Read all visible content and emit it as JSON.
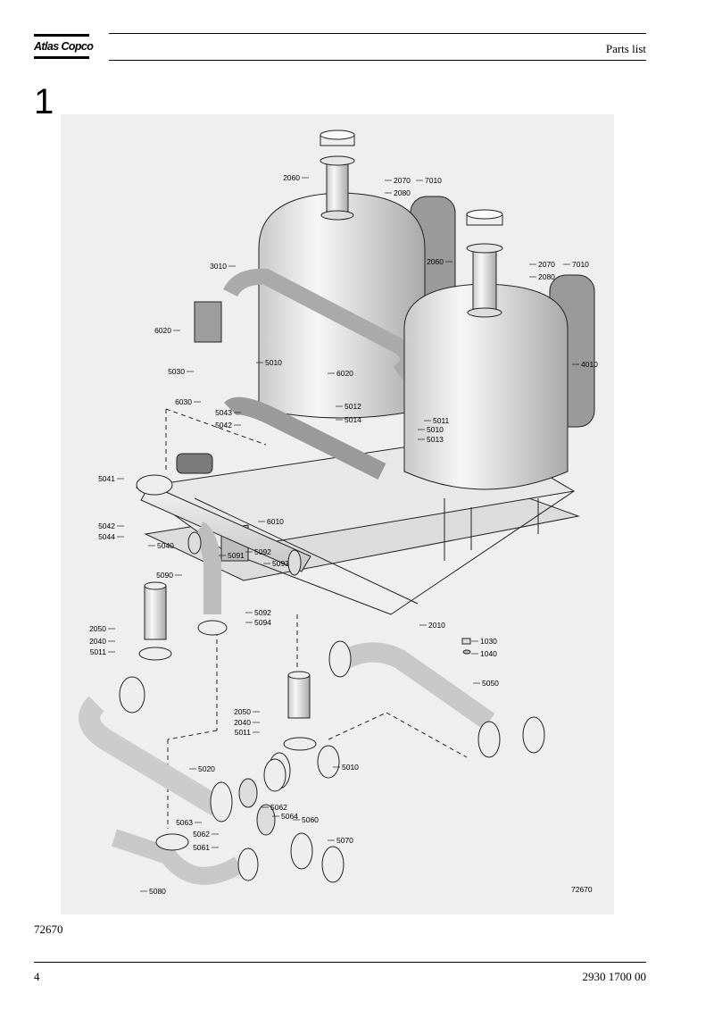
{
  "header": {
    "brand": "Atlas Copco",
    "title": "Parts list"
  },
  "section_number": "1",
  "figure": {
    "drawing_id": "72670",
    "callouts": [
      {
        "id": "c2060a",
        "text": "2060"
      },
      {
        "id": "c2070a",
        "text": "2070"
      },
      {
        "id": "c2080a",
        "text": "2080"
      },
      {
        "id": "c7010a",
        "text": "7010"
      },
      {
        "id": "c3010",
        "text": "3010"
      },
      {
        "id": "c2060b",
        "text": "2060"
      },
      {
        "id": "c2070b",
        "text": "2070"
      },
      {
        "id": "c2080b",
        "text": "2080"
      },
      {
        "id": "c7010b",
        "text": "7010"
      },
      {
        "id": "c6020a",
        "text": "6020"
      },
      {
        "id": "c5010a",
        "text": "5010"
      },
      {
        "id": "c5030",
        "text": "5030"
      },
      {
        "id": "c6020b",
        "text": "6020"
      },
      {
        "id": "c4010",
        "text": "4010"
      },
      {
        "id": "c6030",
        "text": "6030"
      },
      {
        "id": "c5043",
        "text": "5043"
      },
      {
        "id": "c5042a",
        "text": "5042"
      },
      {
        "id": "c5012",
        "text": "5012"
      },
      {
        "id": "c5014",
        "text": "5014"
      },
      {
        "id": "c5011a",
        "text": "5011"
      },
      {
        "id": "c5010b",
        "text": "5010"
      },
      {
        "id": "c5013",
        "text": "5013"
      },
      {
        "id": "c5041",
        "text": "5041"
      },
      {
        "id": "c5042b",
        "text": "5042"
      },
      {
        "id": "c5044",
        "text": "5044"
      },
      {
        "id": "c5040",
        "text": "5040"
      },
      {
        "id": "c6010",
        "text": "6010"
      },
      {
        "id": "c5091",
        "text": "5091"
      },
      {
        "id": "c5092a",
        "text": "5092"
      },
      {
        "id": "c5093",
        "text": "5093"
      },
      {
        "id": "c5090",
        "text": "5090"
      },
      {
        "id": "c5092b",
        "text": "5092"
      },
      {
        "id": "c5094",
        "text": "5094"
      },
      {
        "id": "c2010",
        "text": "2010"
      },
      {
        "id": "c2050a",
        "text": "2050"
      },
      {
        "id": "c2040a",
        "text": "2040"
      },
      {
        "id": "c5011b",
        "text": "5011"
      },
      {
        "id": "c1030",
        "text": "1030"
      },
      {
        "id": "c1040",
        "text": "1040"
      },
      {
        "id": "c5050",
        "text": "5050"
      },
      {
        "id": "c2050b",
        "text": "2050"
      },
      {
        "id": "c2040b",
        "text": "2040"
      },
      {
        "id": "c5011c",
        "text": "5011"
      },
      {
        "id": "c5010c",
        "text": "5010"
      },
      {
        "id": "c5020",
        "text": "5020"
      },
      {
        "id": "c5062a",
        "text": "5062"
      },
      {
        "id": "c5064",
        "text": "5064"
      },
      {
        "id": "c5060",
        "text": "5060"
      },
      {
        "id": "c5063",
        "text": "5063"
      },
      {
        "id": "c5062b",
        "text": "5062"
      },
      {
        "id": "c5061",
        "text": "5061"
      },
      {
        "id": "c5070",
        "text": "5070"
      },
      {
        "id": "c5080",
        "text": "5080"
      }
    ]
  },
  "caption": "72670",
  "footer": {
    "page_number": "4",
    "document_number": "2930 1700 00"
  }
}
